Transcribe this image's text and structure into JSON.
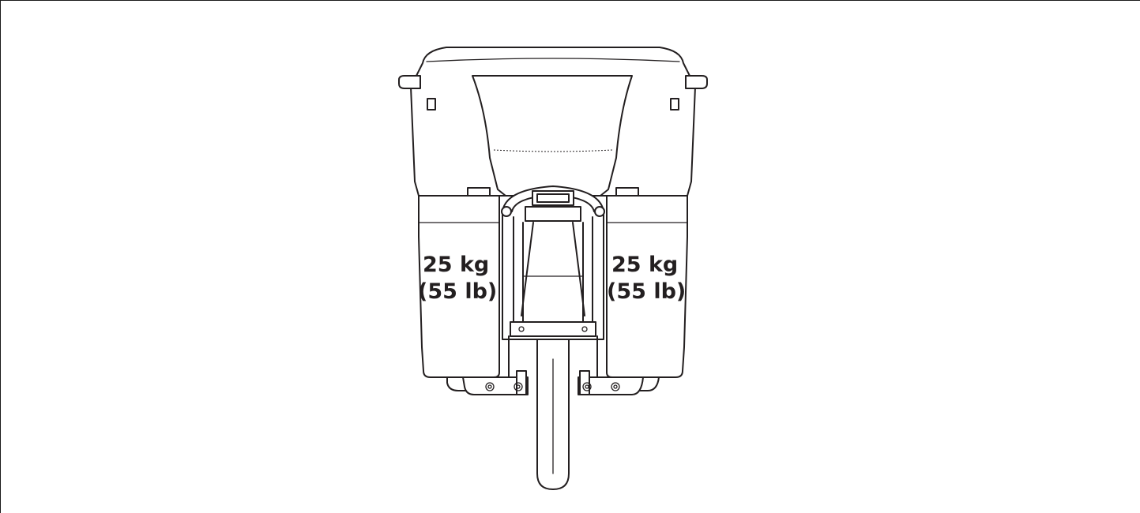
{
  "labels": {
    "left_weight": "25 kg",
    "left_weight_imperial": "(55 lb)",
    "right_weight": "25 kg",
    "right_weight_imperial": "(55 lb)"
  },
  "colors": {
    "line": "#231f20",
    "background": "#ffffff"
  }
}
